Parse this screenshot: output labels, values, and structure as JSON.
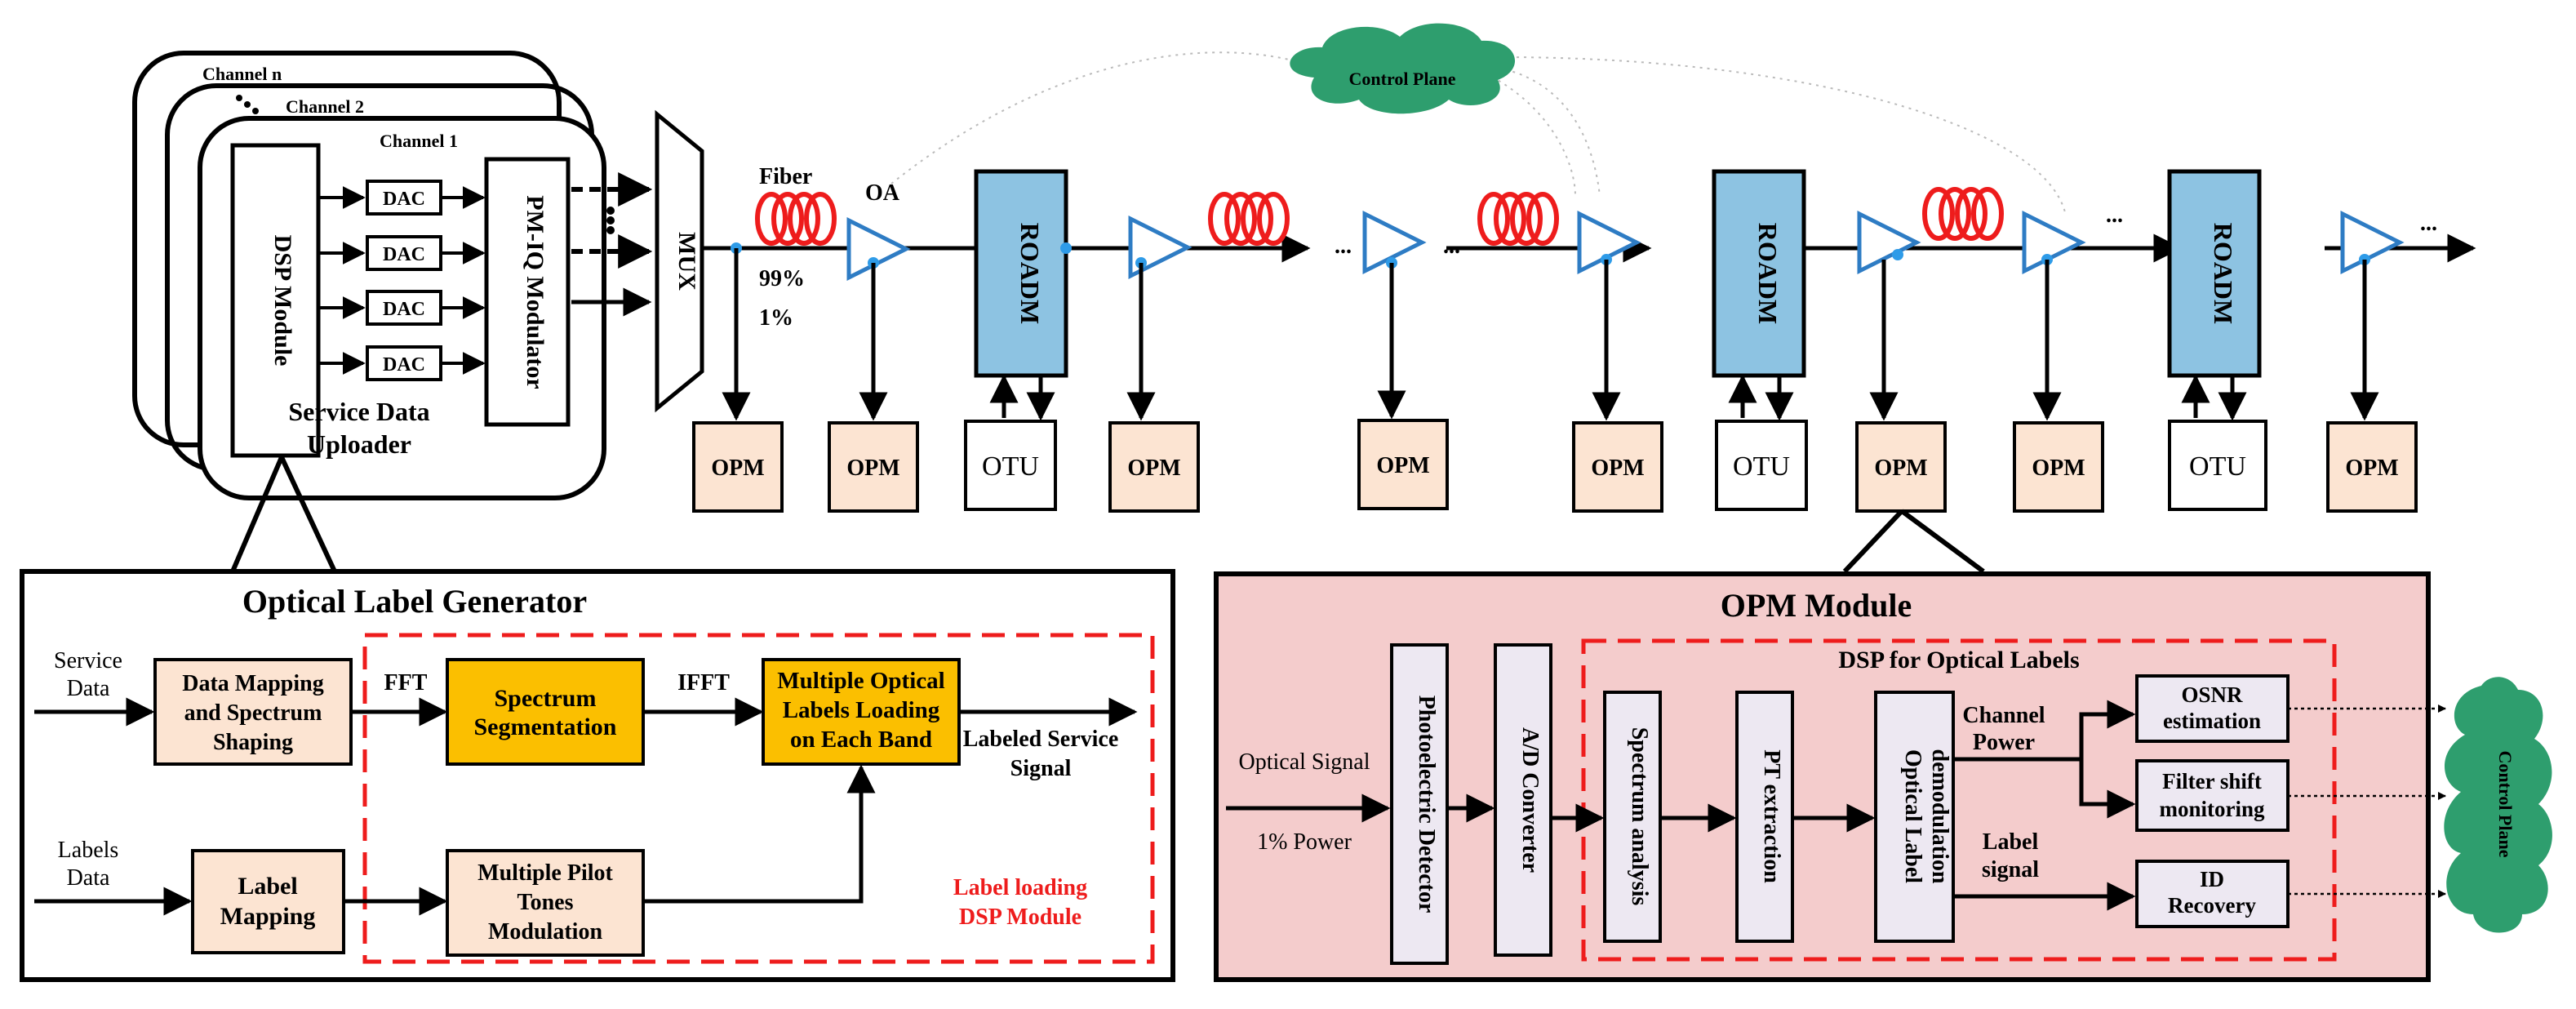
{
  "transmitter": {
    "channel_n": "Channel n",
    "channel_2": "Channel 2",
    "channel_1": "Channel 1",
    "dsp_module": "DSP Module",
    "dac": "DAC",
    "modulator": "PM-IQ Modulator",
    "uploader_line1": "Service Data",
    "uploader_line2": "Uploader",
    "mux": "MUX"
  },
  "link": {
    "fiber": "Fiber",
    "oa": "OA",
    "pct_99": "99%",
    "pct_1": "1%",
    "roadm": "ROADM",
    "otu": "OTU",
    "opm": "OPM",
    "ellipsis": "...",
    "control_plane": "Control Plane"
  },
  "label_generator": {
    "title": "Optical Label Generator",
    "service_data_line1": "Service",
    "service_data_line2": "Data",
    "labels_data_line1": "Labels",
    "labels_data_line2": "Data",
    "mapping_line1": "Data Mapping",
    "mapping_line2": "and Spectrum",
    "mapping_line3": "Shaping",
    "fft": "FFT",
    "segmentation_line1": "Spectrum",
    "segmentation_line2": "Segmentation",
    "ifft": "IFFT",
    "loading_line1": "Multiple Optical",
    "loading_line2": "Labels Loading",
    "loading_line3": "on Each Band",
    "labeled_line1": "Labeled Service",
    "labeled_line2": "Signal",
    "label_mapping_line1": "Label",
    "label_mapping_line2": "Mapping",
    "pilot_line1": "Multiple Pilot",
    "pilot_line2": "Tones",
    "pilot_line3": "Modulation",
    "dsp_note_line1": "Label loading",
    "dsp_note_line2": "DSP Module"
  },
  "opm_module": {
    "title": "OPM Module",
    "dsp_title": "DSP for Optical Labels",
    "optical_signal": "Optical Signal",
    "power_note": "1% Power",
    "photodetector": "Photoelectric Detector",
    "ad_converter": "A/D Converter",
    "spectrum_analysis": "Spectrum analysis",
    "pt_extraction": "PT extraction",
    "demod_line1": "Optical Label",
    "demod_line2": "demodulation",
    "channel_power_line1": "Channel",
    "channel_power_line2": "Power",
    "label_signal_line1": "Label",
    "label_signal_line2": "signal",
    "osnr_line1": "OSNR",
    "osnr_line2": "estimation",
    "filter_line1": "Filter shift",
    "filter_line2": "monitoring",
    "id_line1": "ID",
    "id_line2": "Recovery",
    "control_plane": "Control Plane"
  },
  "colors": {
    "roadm_fill": "#8dc3e2",
    "opm_fill": "#fce4d2",
    "orange_fill": "#fbbf00",
    "opm_module_bg": "#f4cccc",
    "cloud": "#2e9e6e",
    "fiber_red": "#ee1c1c",
    "amp_blue": "#2e7cc4",
    "dashed_red": "#ee1c1c"
  }
}
